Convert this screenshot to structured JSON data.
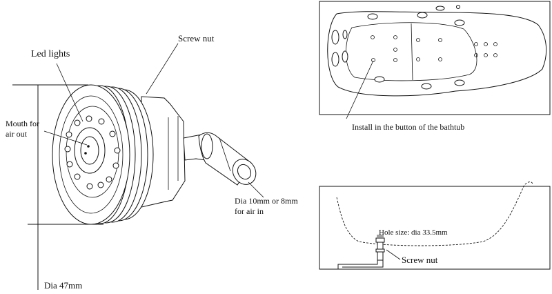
{
  "labels": {
    "screw_nut_top": "Screw nut",
    "led_lights": "Led lights",
    "mouth_line1": "Mouth for",
    "mouth_line2": "air out",
    "air_in_line1": "Dia 10mm or 8mm",
    "air_in_line2": "for air in",
    "dia_47": "Dia 47mm",
    "install_caption": "Install in the button of the bathtub",
    "hole_size": "Hole size:  dia 33.5mm",
    "screw_nut_side": "Screw nut"
  },
  "colors": {
    "line": "#111111",
    "background": "#ffffff"
  }
}
